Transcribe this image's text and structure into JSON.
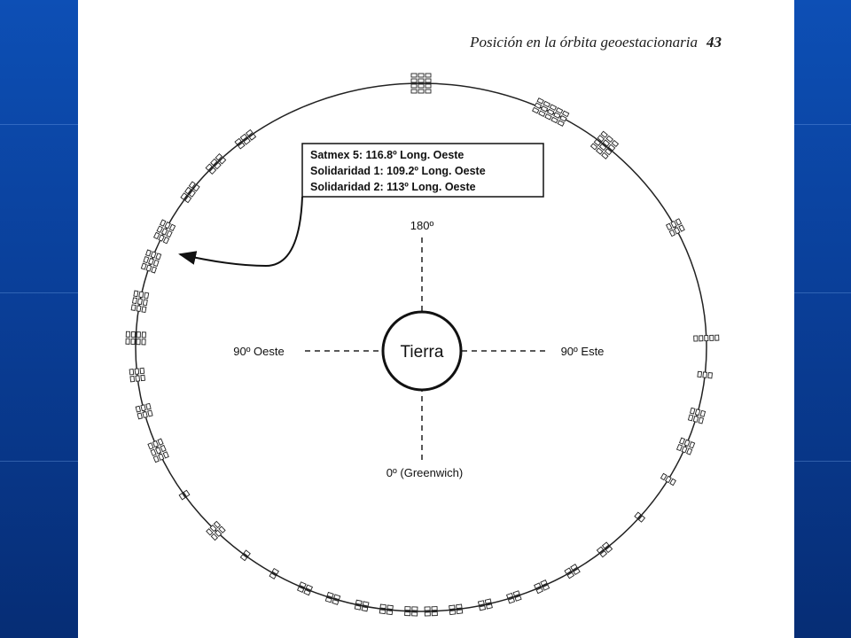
{
  "page_header": {
    "title": "Posición en la órbita geoestacionaria",
    "page_number": "43"
  },
  "diagram": {
    "center_label": "Tierra",
    "axis_labels": {
      "top": "180º",
      "left": "90º Oeste",
      "right": "90º Este",
      "bottom": "0º (Greenwich)"
    },
    "callout_lines": [
      "Satmex 5: 116.8º Long. Oeste",
      "Solidaridad 1: 109.2º Long. Oeste",
      "Solidaridad 2: 113º Long. Oeste"
    ]
  },
  "colors": {
    "slide_background": "#0a3f99",
    "page_background": "#ffffff",
    "ink": "#111111"
  }
}
